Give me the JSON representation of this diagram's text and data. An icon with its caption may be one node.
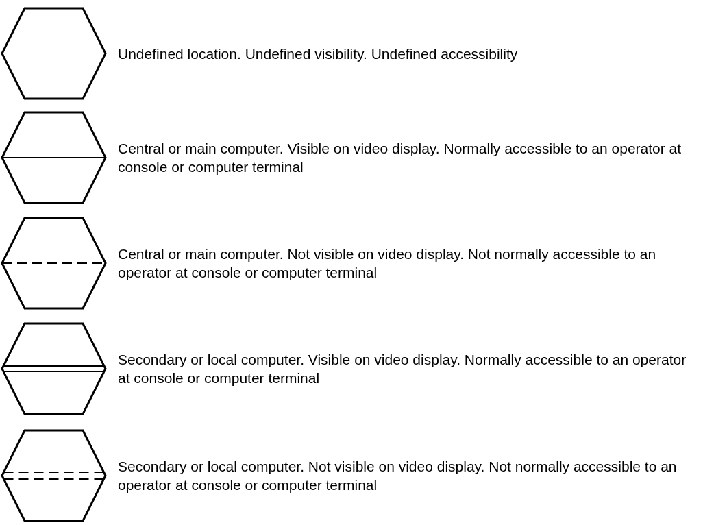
{
  "diagram": {
    "nodes": [
      {
        "text": [],
        "shape": "hexagon",
        "beside": [
          "Undefined location. Undefined visibility. Undefined accessibility"
        ]
      },
      {
        "text": [],
        "shape": "hexagon",
        "beside": [
          "Central or main computer. Visible on video display. Normally accessible to an operator at console or computer terminal"
        ]
      },
      {
        "text": [],
        "shape": "hexagon",
        "beside": [
          "Central or main computer. Not visible on video display. Not normally accessible to an operator at console or computer terminal"
        ]
      },
      {
        "text": [],
        "shape": "hexagon",
        "beside": [
          "Secondary or local computer. Visible on video display. Normally accessible to an operator at console or computer terminal"
        ]
      },
      {
        "text": [],
        "shape": "hexagon",
        "beside": [
          "Secondary or local computer. Not visible on video display. Not normally accessible to an operator at console or computer terminal"
        ]
      }
    ]
  }
}
